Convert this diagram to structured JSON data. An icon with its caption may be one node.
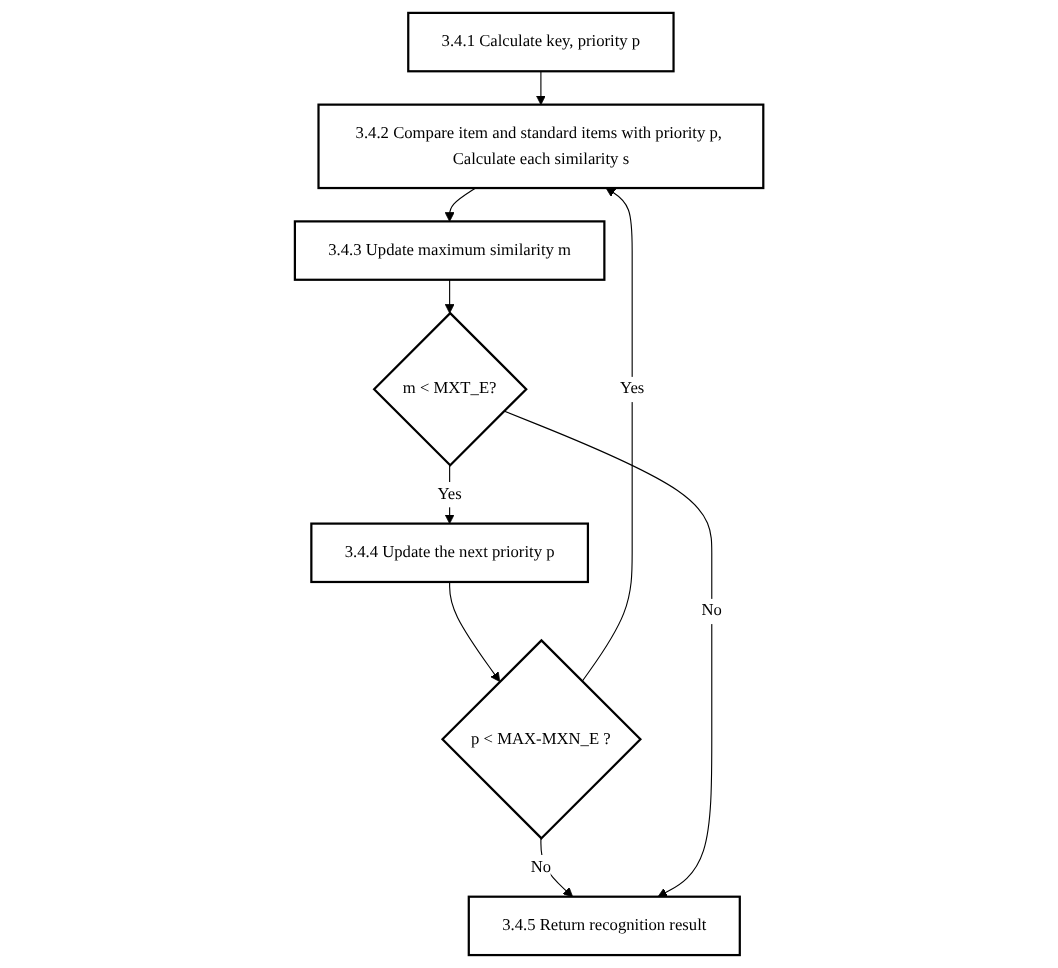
{
  "diagram": {
    "nodes": [
      {
        "text": [
          "3.4.1 Calculate key, priority p"
        ]
      },
      {
        "text": [
          "3.4.2 Compare item and standard items with priority p, Calculate each similarity s"
        ]
      },
      {
        "text": [
          "3.4.3 Update maximum similarity m"
        ]
      },
      {
        "text": [
          "m < MXT_E?"
        ]
      },
      {
        "text": [
          "3.4.4 Update the next priority p"
        ]
      },
      {
        "text": [
          "p < MAX-MXN_E ?"
        ]
      },
      {
        "text": [
          "3.4.5 Return recognition result"
        ]
      }
    ],
    "edges": [
      {
        "from": 0,
        "to": 1,
        "arrow": "to"
      },
      {
        "from": 1,
        "to": 2,
        "arrow": "to"
      },
      {
        "from": 2,
        "to": 3,
        "arrow": "to"
      },
      {
        "from": 3,
        "to": 4,
        "arrow": "to",
        "label": "Yes"
      },
      {
        "from": 4,
        "to": 5,
        "arrow": "to"
      },
      {
        "from": 5,
        "to": 1,
        "arrow": "to",
        "label": "Yes"
      },
      {
        "from": 5,
        "to": 6,
        "arrow": "to",
        "label": "No"
      },
      {
        "from": 3,
        "to": 6,
        "arrow": "to",
        "label": "No"
      }
    ]
  }
}
